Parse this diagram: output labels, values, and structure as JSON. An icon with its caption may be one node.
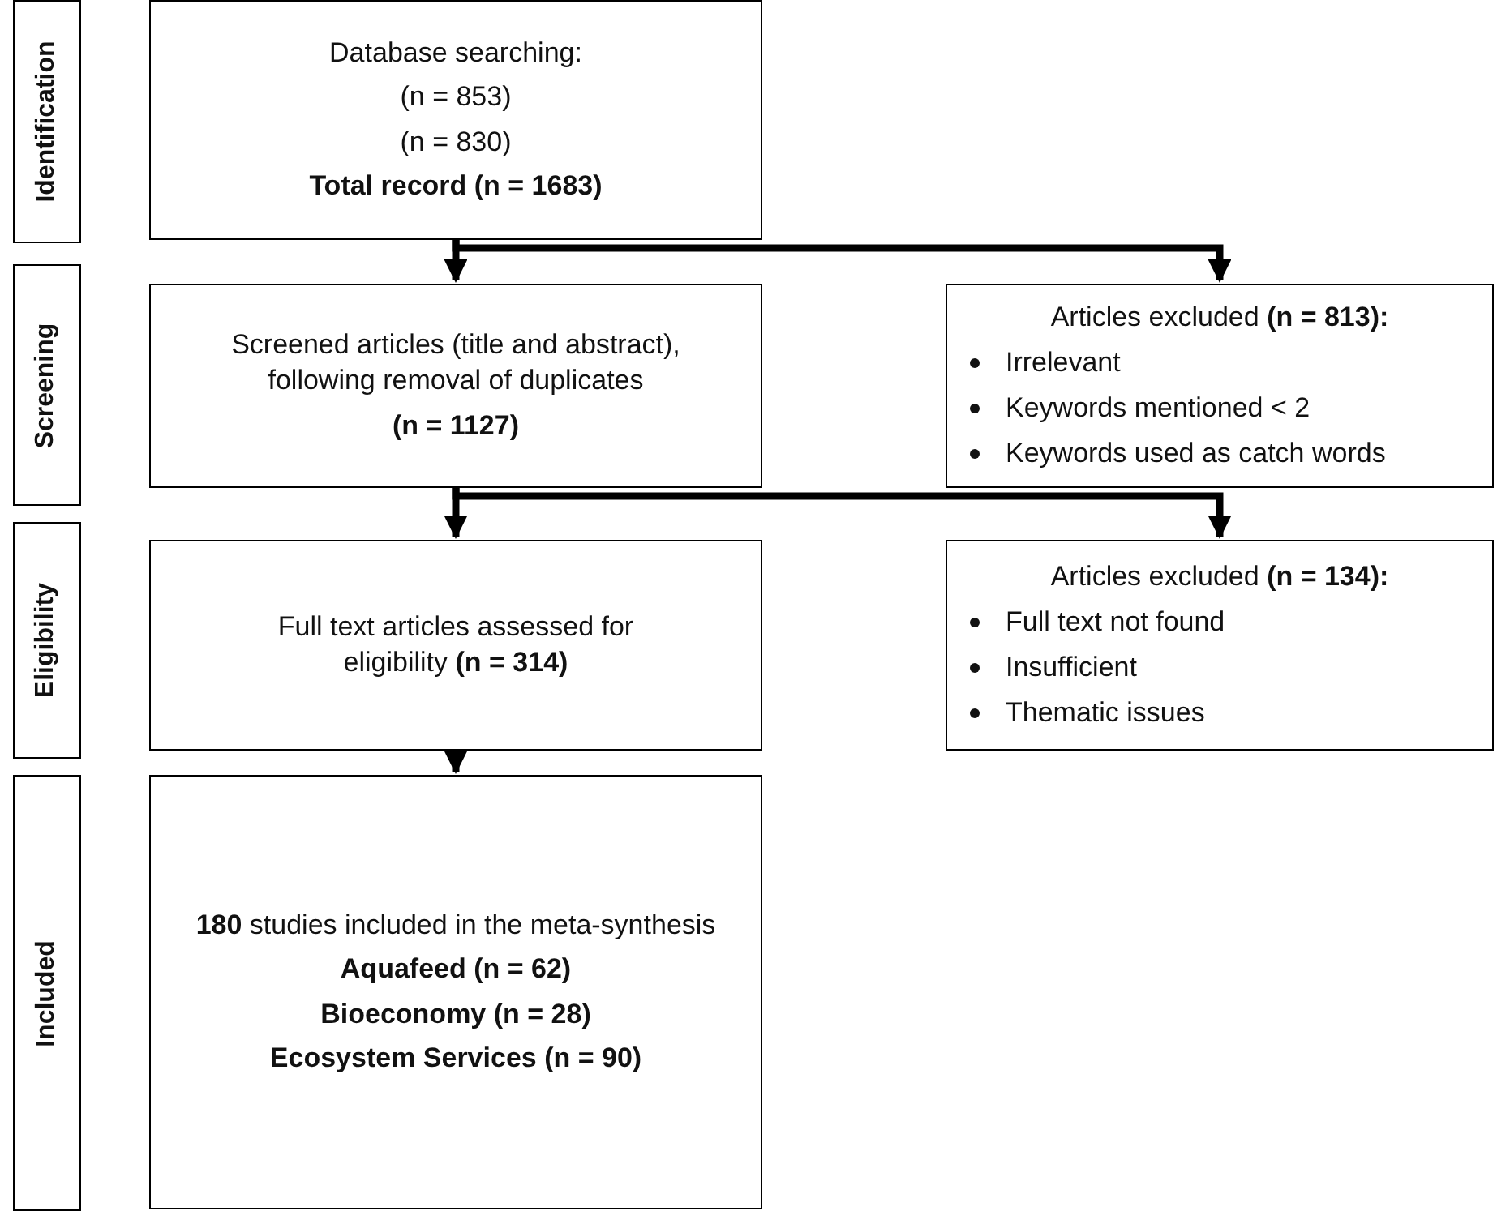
{
  "diagram": {
    "nodes": [
      {
        "text": [
          "Identification"
        ]
      },
      {
        "text": [
          "Database searching:",
          "(n = 853)",
          "(n = 830)",
          "Total record (n = 1683)"
        ]
      },
      {
        "text": [
          "Screening"
        ]
      },
      {
        "text": [
          "Screened articles (title and abstract), following removal of duplicates",
          "(n = 1127)"
        ]
      },
      {
        "text": [
          "Articles excluded **(n = 813):**",
          "Irrelevant",
          "Keywords mentioned < 2",
          "Keywords used as catch words"
        ]
      },
      {
        "text": [
          "Eligibility"
        ]
      },
      {
        "text": [
          "Full text articles assessed for eligibility **(n = 314)**"
        ]
      },
      {
        "text": [
          "Articles excluded **(n = 134):**",
          "Full text not found",
          "Insufficient",
          "Thematic issues"
        ]
      },
      {
        "text": [
          "Included"
        ]
      },
      {
        "text": [
          "**180** studies included in the meta-synthesis",
          "Aquafeed (n = 62)",
          "Bioeconomy (n = 28)",
          "Ecosystem Services (n = 90)"
        ]
      }
    ],
    "edges": [
      {
        "from": 1,
        "to": 3,
        "arrow": "to"
      },
      {
        "from": 1,
        "to": 4,
        "arrow": "to"
      },
      {
        "from": 3,
        "to": 6,
        "arrow": "to"
      },
      {
        "from": 3,
        "to": 7,
        "arrow": "to"
      },
      {
        "from": 6,
        "to": 9,
        "arrow": "to"
      }
    ]
  }
}
